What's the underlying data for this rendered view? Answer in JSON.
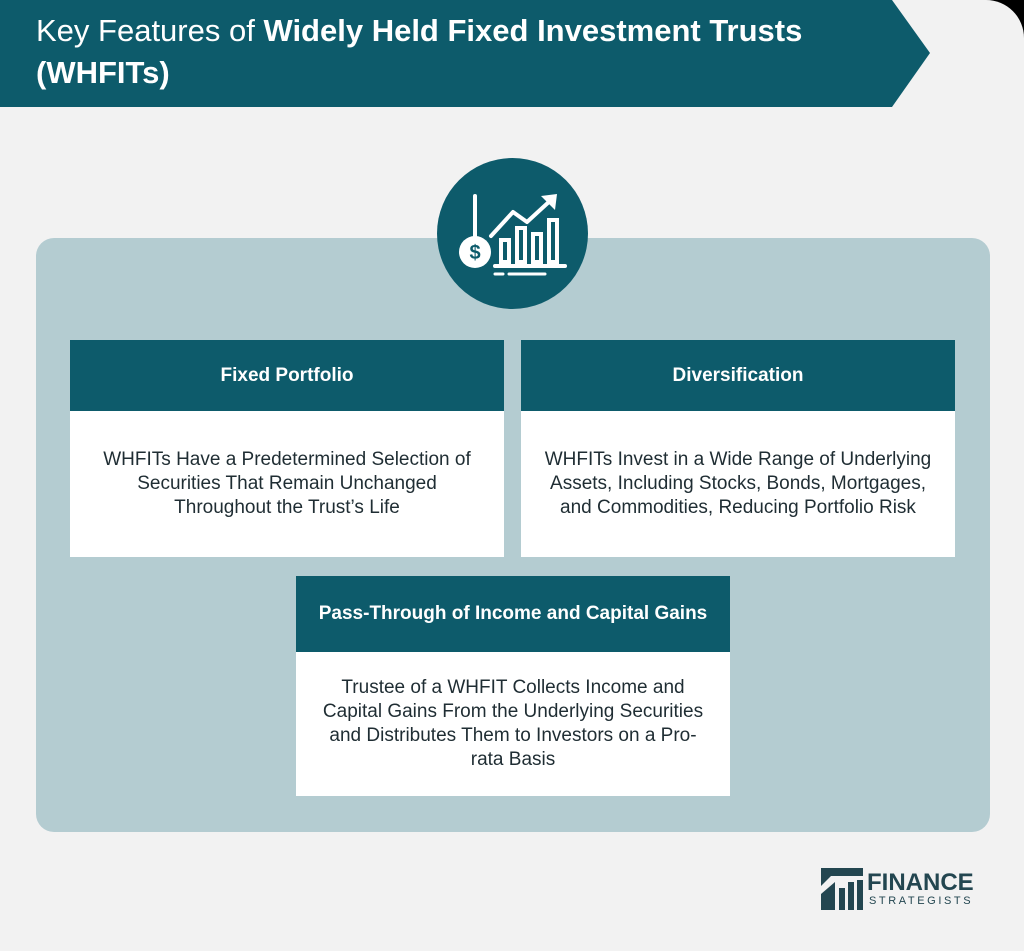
{
  "header": {
    "title_light": "Key Features of ",
    "title_bold": "Widely Held Fixed Investment Trusts (WHFITs)"
  },
  "icons": {
    "center": "investment-growth-chart-icon",
    "brand_mark": "finance-strategists-logo-icon"
  },
  "cards": {
    "fixed_portfolio": {
      "title": "Fixed Portfolio",
      "body": "WHFITs Have a Predetermined Selection of Securities That Remain Unchanged Throughout the Trust’s Life"
    },
    "diversification": {
      "title": "Diversification",
      "body": "WHFITs Invest in a Wide Range of Underlying Assets, Including Stocks, Bonds, Mortgages, and Commodities, Reducing Portfolio Risk"
    },
    "pass_through": {
      "title": "Pass-Through of Income and Capital Gains",
      "body": "Trustee of a WHFIT Collects Income and Capital Gains From the Underlying Securities and Distributes Them to Investors on a Pro-rata Basis"
    }
  },
  "logo": {
    "line1": "FINANCE",
    "line2": "STRATEGISTS"
  },
  "colors": {
    "primary_teal": "#0d5b6b",
    "panel_blue_gray": "#b4ccd1",
    "page_background": "#f2f2f2",
    "card_background": "#ffffff",
    "text_dark": "#1f2d33"
  }
}
